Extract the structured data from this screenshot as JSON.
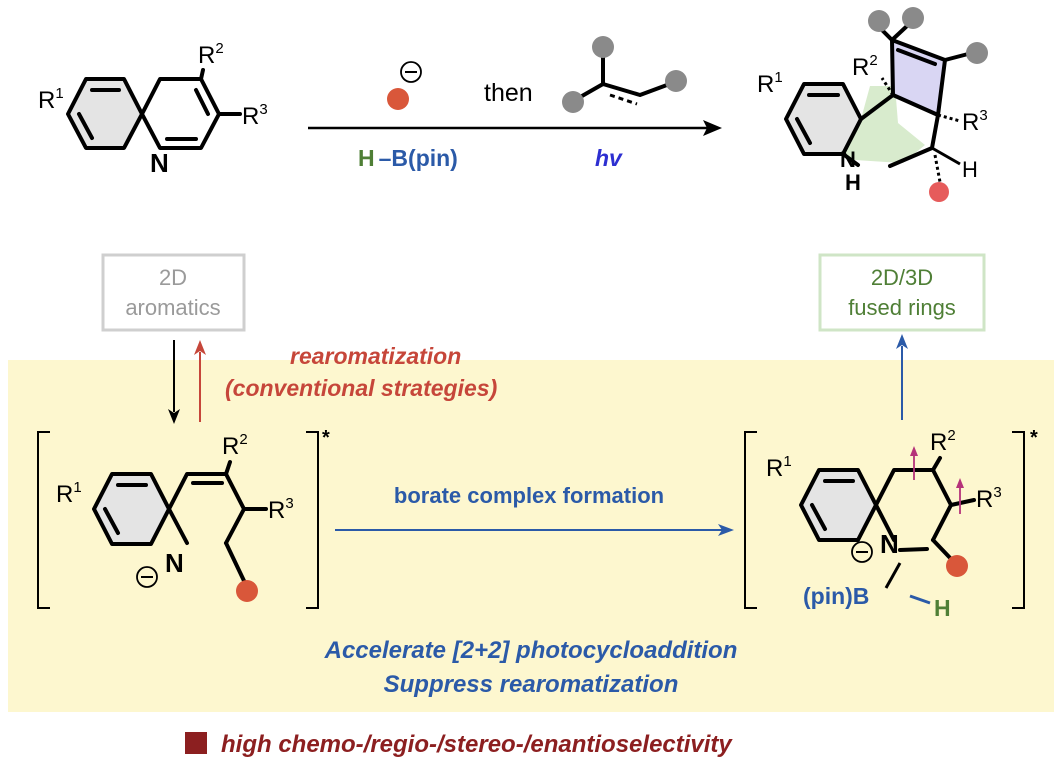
{
  "reagents": {
    "anion_charge": "⊖",
    "then_label": "then",
    "hb_h": "H",
    "hb_rest": "B(pin)",
    "hv": "hv"
  },
  "labels": {
    "R1": "R",
    "R2": "R",
    "R3": "R",
    "sup1": "1",
    "sup2": "2",
    "sup3": "3",
    "N": "N",
    "NH_N": "N",
    "NH_H": "H",
    "H": "H",
    "B": "B",
    "pinB": "(pin)B",
    "minus": "⊖",
    "star": "*"
  },
  "boxes": {
    "left_line1": "2D",
    "left_line2": "aromatics",
    "right_line1": "2D/3D",
    "right_line2": "fused rings"
  },
  "annotations": {
    "rearom_line1": "rearomatization",
    "rearom_line2": "(conventional strategies)",
    "borate": "borate complex formation",
    "accel_line1": "Accelerate [2+2] photocycloaddition",
    "accel_line2": "Suppress rearomatization",
    "footer": "high chemo-/regio-/stereo-/enantioselectivity"
  },
  "colors": {
    "orange_dot": "#d9573a",
    "gray_dot": "#8a8a8a",
    "blue_text": "#2b5aa8",
    "green_text": "#4f7f36",
    "red_text": "#c6463a",
    "dark_red": "#8c1f20",
    "yellow_bg": "#fdf7cf",
    "ring_fill": "#e4e4e4",
    "green_fill": "#d8ebcd",
    "purple_fill": "#d9d6f3",
    "box_gray": "#cfcfcf",
    "box_green": "#cfe5c6"
  }
}
